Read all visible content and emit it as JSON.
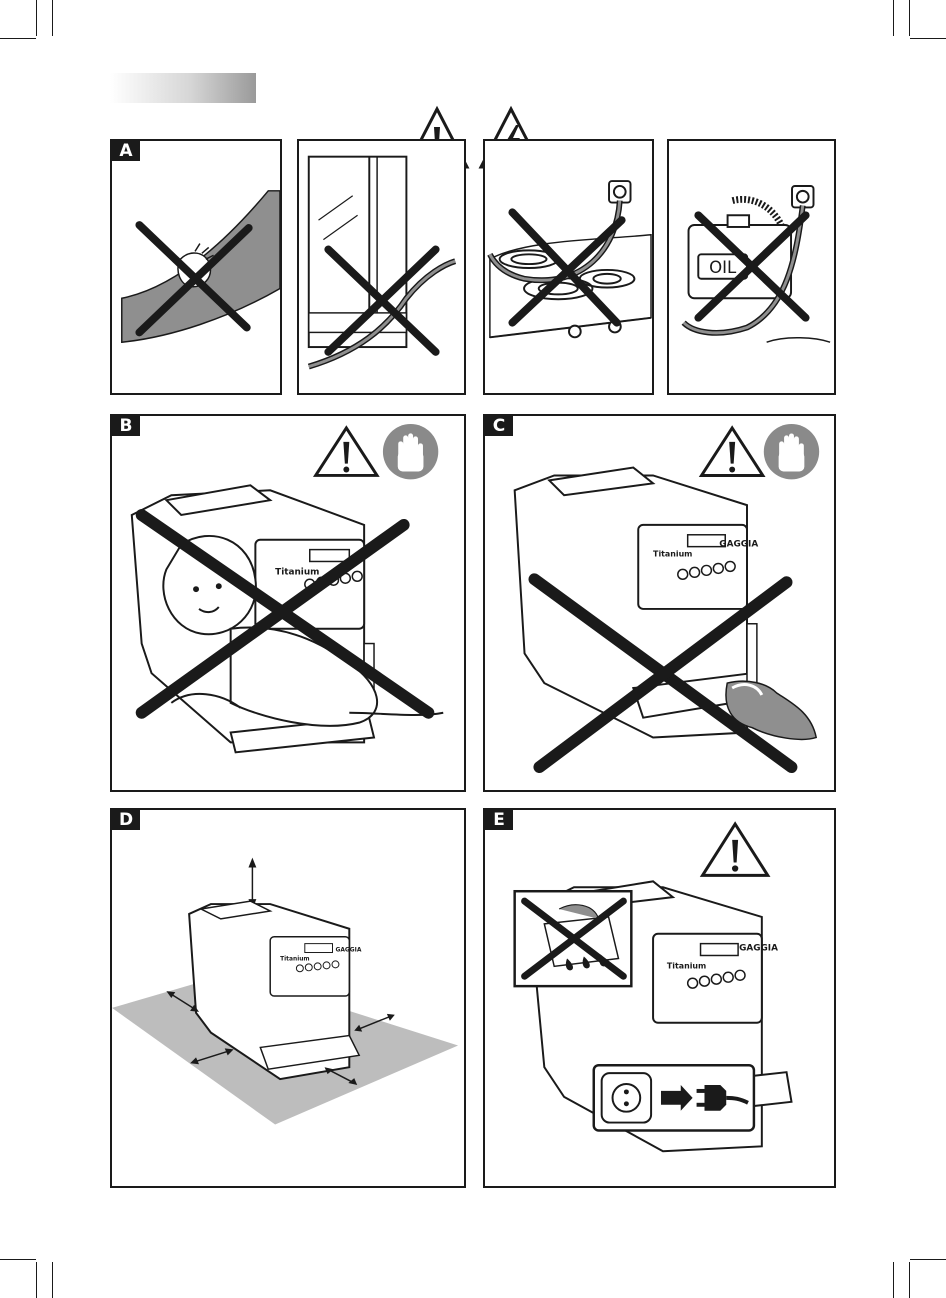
{
  "panels": {
    "a": {
      "label": "A"
    },
    "b": {
      "label": "B"
    },
    "c": {
      "label": "C"
    },
    "d": {
      "label": "D"
    },
    "e": {
      "label": "E"
    }
  },
  "machine": {
    "model_text": "Titanium",
    "brand_text": "GAGGIA"
  },
  "sub_a3": {
    "oil_text": "OIL"
  },
  "icons": [
    "warning-triangle-icon",
    "electric-hazard-icon",
    "stop-hand-icon",
    "plug-icon",
    "socket-icon"
  ],
  "colors": {
    "ink": "#1a1a1a",
    "gray_fill": "#8f8f8f",
    "floor_gray": "#bdbdbd",
    "stop_circle": "#8a8a8a"
  }
}
